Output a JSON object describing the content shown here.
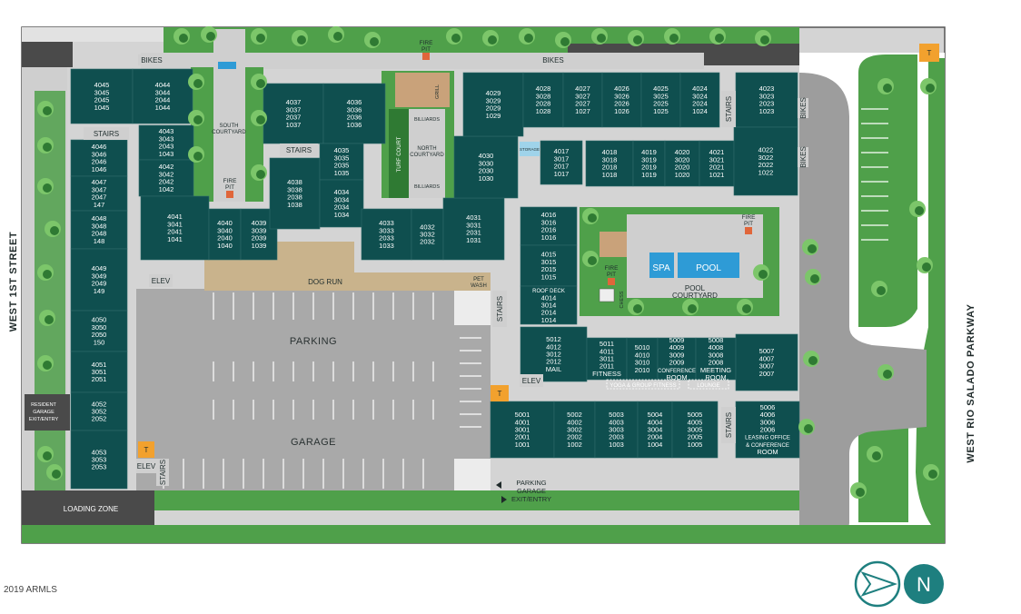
{
  "streets": {
    "west": "WEST 1ST STREET",
    "east": "WEST RIO SALADO PARKWAY"
  },
  "copyright": "2019 ARMLS",
  "north_label": "N",
  "areas": {
    "dog_run": "DOG RUN",
    "parking": "PARKING",
    "garage": "GARAGE",
    "loading_zone": "LOADING ZONE",
    "pool_courtyard": [
      "POOL",
      "COURTYARD"
    ],
    "spa": "SPA",
    "pool": "POOL",
    "south_courtyard": [
      "SOUTH",
      "COURTYARD"
    ],
    "north_courtyard": [
      "NORTH",
      "COURTYARD"
    ],
    "turf_court": "TURF COURT",
    "grill": "GRILL",
    "billiards": "BILLIARDS",
    "chess": "CHESS",
    "storage": "STORAGE",
    "resident_garage": [
      "RESIDENT",
      "GARAGE",
      "EXIT/ENTRY"
    ],
    "parking_garage_exit": [
      "PARKING",
      "GARAGE",
      "EXIT/ENTRY"
    ],
    "pet_wash": [
      "PET",
      "WASH"
    ],
    "yoga": "YOGA & GROUP FITNESS",
    "lounge": "LOUNGE"
  },
  "labels": {
    "bikes": "BIKES",
    "stairs": "STAIRS",
    "elev": "ELEV",
    "fire_pit": [
      "FIRE",
      "PIT"
    ],
    "transformer": "T"
  },
  "units": [
    {
      "id": "u4045",
      "lines": [
        "4045",
        "3045",
        "2045",
        "1045"
      ]
    },
    {
      "id": "u4044",
      "lines": [
        "4044",
        "3044",
        "2044",
        "1044"
      ]
    },
    {
      "id": "u4043",
      "lines": [
        "4043",
        "3043",
        "2043",
        "1043"
      ]
    },
    {
      "id": "u4042",
      "lines": [
        "4042",
        "3042",
        "2042",
        "1042"
      ]
    },
    {
      "id": "u4046",
      "lines": [
        "4046",
        "3046",
        "2046",
        "1046"
      ]
    },
    {
      "id": "u4047",
      "lines": [
        "4047",
        "3047",
        "2047",
        "147"
      ]
    },
    {
      "id": "u4048",
      "lines": [
        "4048",
        "3048",
        "2048",
        "148"
      ]
    },
    {
      "id": "u4049",
      "lines": [
        "4049",
        "3049",
        "2049",
        "149"
      ]
    },
    {
      "id": "u4050",
      "lines": [
        "4050",
        "3050",
        "2050",
        "150"
      ]
    },
    {
      "id": "u4051",
      "lines": [
        "4051",
        "3051",
        "2051"
      ]
    },
    {
      "id": "u4052",
      "lines": [
        "4052",
        "3052",
        "2052"
      ]
    },
    {
      "id": "u4053",
      "lines": [
        "4053",
        "3053",
        "2053"
      ]
    },
    {
      "id": "u4041",
      "lines": [
        "4041",
        "3041",
        "2041",
        "1041"
      ]
    },
    {
      "id": "u4040",
      "lines": [
        "4040",
        "3040",
        "2040",
        "1040"
      ]
    },
    {
      "id": "u4039",
      "lines": [
        "4039",
        "3039",
        "2039",
        "1039"
      ]
    },
    {
      "id": "u4038",
      "lines": [
        "4038",
        "3038",
        "2038",
        "1038"
      ]
    },
    {
      "id": "u4037",
      "lines": [
        "4037",
        "3037",
        "2037",
        "1037"
      ]
    },
    {
      "id": "u4036",
      "lines": [
        "4036",
        "3036",
        "2036",
        "1036"
      ]
    },
    {
      "id": "u4035",
      "lines": [
        "4035",
        "3035",
        "2035",
        "1035"
      ]
    },
    {
      "id": "u4034",
      "lines": [
        "4034",
        "3034",
        "2034",
        "1034"
      ]
    },
    {
      "id": "u4033",
      "lines": [
        "4033",
        "3033",
        "2033",
        "1033"
      ]
    },
    {
      "id": "u4032",
      "lines": [
        "4032",
        "3032",
        "2032"
      ]
    },
    {
      "id": "u4031",
      "lines": [
        "4031",
        "3031",
        "2031",
        "1031"
      ]
    },
    {
      "id": "u4030",
      "lines": [
        "4030",
        "3030",
        "2030",
        "1030"
      ]
    },
    {
      "id": "u4029",
      "lines": [
        "4029",
        "3029",
        "2029",
        "1029"
      ]
    },
    {
      "id": "u4028",
      "lines": [
        "4028",
        "3028",
        "2028",
        "1028"
      ]
    },
    {
      "id": "u4027",
      "lines": [
        "4027",
        "3027",
        "2027",
        "1027"
      ]
    },
    {
      "id": "u4026",
      "lines": [
        "4026",
        "3026",
        "2026",
        "1026"
      ]
    },
    {
      "id": "u4025",
      "lines": [
        "4025",
        "3025",
        "2025",
        "1025"
      ]
    },
    {
      "id": "u4024",
      "lines": [
        "4024",
        "3024",
        "2024",
        "1024"
      ]
    },
    {
      "id": "u4023",
      "lines": [
        "4023",
        "3023",
        "2023",
        "1023"
      ]
    },
    {
      "id": "u4017",
      "lines": [
        "4017",
        "3017",
        "2017",
        "1017"
      ]
    },
    {
      "id": "u4018",
      "lines": [
        "4018",
        "3018",
        "2018",
        "1018"
      ]
    },
    {
      "id": "u4019",
      "lines": [
        "4019",
        "3019",
        "2019",
        "1019"
      ]
    },
    {
      "id": "u4020",
      "lines": [
        "4020",
        "3020",
        "2020",
        "1020"
      ]
    },
    {
      "id": "u4021",
      "lines": [
        "4021",
        "3021",
        "2021",
        "1021"
      ]
    },
    {
      "id": "u4022",
      "lines": [
        "4022",
        "3022",
        "2022",
        "1022"
      ]
    },
    {
      "id": "u4016",
      "lines": [
        "4016",
        "3016",
        "2016",
        "1016"
      ]
    },
    {
      "id": "u4015",
      "lines": [
        "4015",
        "3015",
        "2015",
        "1015"
      ]
    },
    {
      "id": "u4014",
      "lines": [
        "ROOF DECK",
        "4014",
        "3014",
        "2014",
        "1014"
      ]
    },
    {
      "id": "u5012",
      "lines": [
        "5012",
        "4012",
        "3012",
        "2012",
        "MAIL"
      ]
    },
    {
      "id": "u5011",
      "lines": [
        "5011",
        "4011",
        "3011",
        "2011",
        "FITNESS"
      ]
    },
    {
      "id": "u5010",
      "lines": [
        "5010",
        "4010",
        "3010",
        "2010"
      ]
    },
    {
      "id": "u5009",
      "lines": [
        "5009",
        "4009",
        "3009",
        "2009",
        "CONFERENCE",
        "ROOM"
      ]
    },
    {
      "id": "u5008",
      "lines": [
        "5008",
        "4008",
        "3008",
        "2008",
        "MEETING",
        "ROOM"
      ]
    },
    {
      "id": "u5007",
      "lines": [
        "5007",
        "4007",
        "3007",
        "2007"
      ]
    },
    {
      "id": "u5001",
      "lines": [
        "5001",
        "4001",
        "3001",
        "2001",
        "1001"
      ]
    },
    {
      "id": "u5002",
      "lines": [
        "5002",
        "4002",
        "3002",
        "2002",
        "1002"
      ]
    },
    {
      "id": "u5003",
      "lines": [
        "5003",
        "4003",
        "3003",
        "2003",
        "1003"
      ]
    },
    {
      "id": "u5004",
      "lines": [
        "5004",
        "4004",
        "3004",
        "2004",
        "1004"
      ]
    },
    {
      "id": "u5005",
      "lines": [
        "5005",
        "4005",
        "3005",
        "2005",
        "1005"
      ]
    },
    {
      "id": "u5006",
      "lines": [
        "5006",
        "4006",
        "3006",
        "2006",
        "LEASING OFFICE",
        "& CONFERENCE",
        "ROOM"
      ]
    }
  ],
  "colors": {
    "building": "#0f4f4f",
    "grass": "#4fa04a",
    "asphalt": "#a9a9a9",
    "walk": "#cfcfcf",
    "dark": "#4a4a4a",
    "transformer": "#f2a12e",
    "pool": "#2e9bd6",
    "dogrun": "#c9b38c"
  }
}
